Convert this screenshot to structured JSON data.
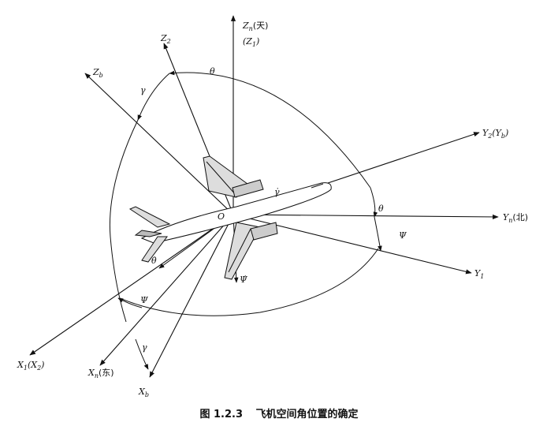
{
  "caption": {
    "number": "图 1.2.3",
    "title": "飞机空间角位置的确定"
  },
  "axes": {
    "zn": {
      "main": "Z",
      "sub": "n",
      "suffix": "(天)"
    },
    "z1": {
      "text": "(Z",
      "sub": "1",
      "close": ")"
    },
    "z2": {
      "main": "Z",
      "sub": "2"
    },
    "zb": {
      "main": "Z",
      "sub": "b"
    },
    "y2": {
      "main": "Y",
      "sub": "2",
      "mid": "(Y",
      "sub2": "b",
      "close": ")"
    },
    "yn": {
      "main": "Y",
      "sub": "n",
      "suffix": "(北)"
    },
    "y1": {
      "main": "Y",
      "sub": "1"
    },
    "x1": {
      "main": "X",
      "sub": "1",
      "mid": "(X",
      "sub2": "2",
      "close": ")"
    },
    "xn": {
      "main": "X",
      "sub": "n",
      "suffix": "(东)"
    },
    "xb": {
      "main": "X",
      "sub": "b"
    }
  },
  "origin": "O",
  "angles": {
    "theta_top": "θ",
    "theta_right": "θ",
    "gamma_top": "γ",
    "gamma_bottom": "γ",
    "psi_right": "Ψ",
    "psi_left": "Ψ",
    "gamma_dot": "γ̇",
    "theta_dot": "θ̇",
    "psi_dot": "Ψ̇"
  }
}
